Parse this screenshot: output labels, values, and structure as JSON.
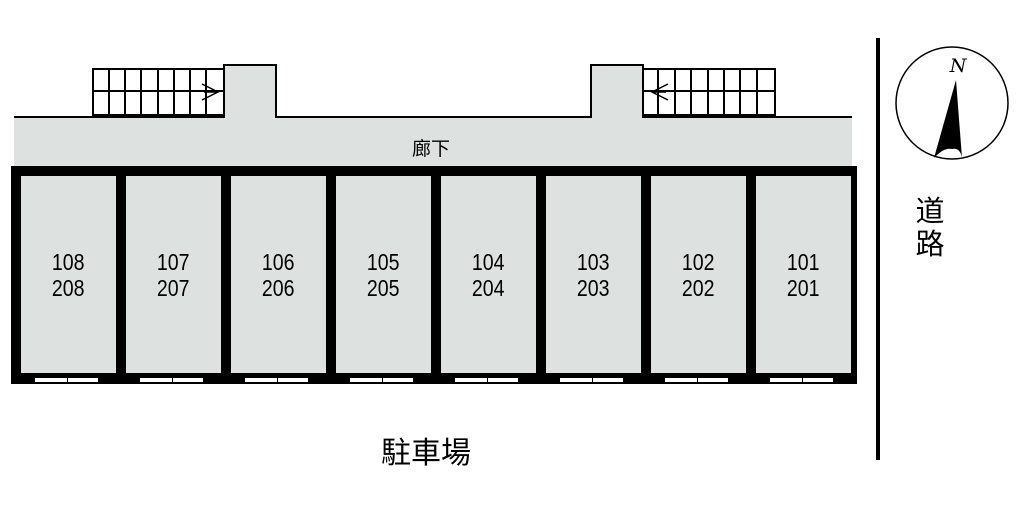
{
  "corridor_label": "廊下",
  "parking_label": "駐車場",
  "road_label": [
    "道",
    "路"
  ],
  "compass": {
    "label": "N",
    "icon": "north-arrow-icon"
  },
  "units": [
    {
      "first": "108",
      "second": "208"
    },
    {
      "first": "107",
      "second": "207"
    },
    {
      "first": "106",
      "second": "206"
    },
    {
      "first": "105",
      "second": "205"
    },
    {
      "first": "104",
      "second": "204"
    },
    {
      "first": "103",
      "second": "203"
    },
    {
      "first": "102",
      "second": "202"
    },
    {
      "first": "101",
      "second": "201"
    }
  ]
}
